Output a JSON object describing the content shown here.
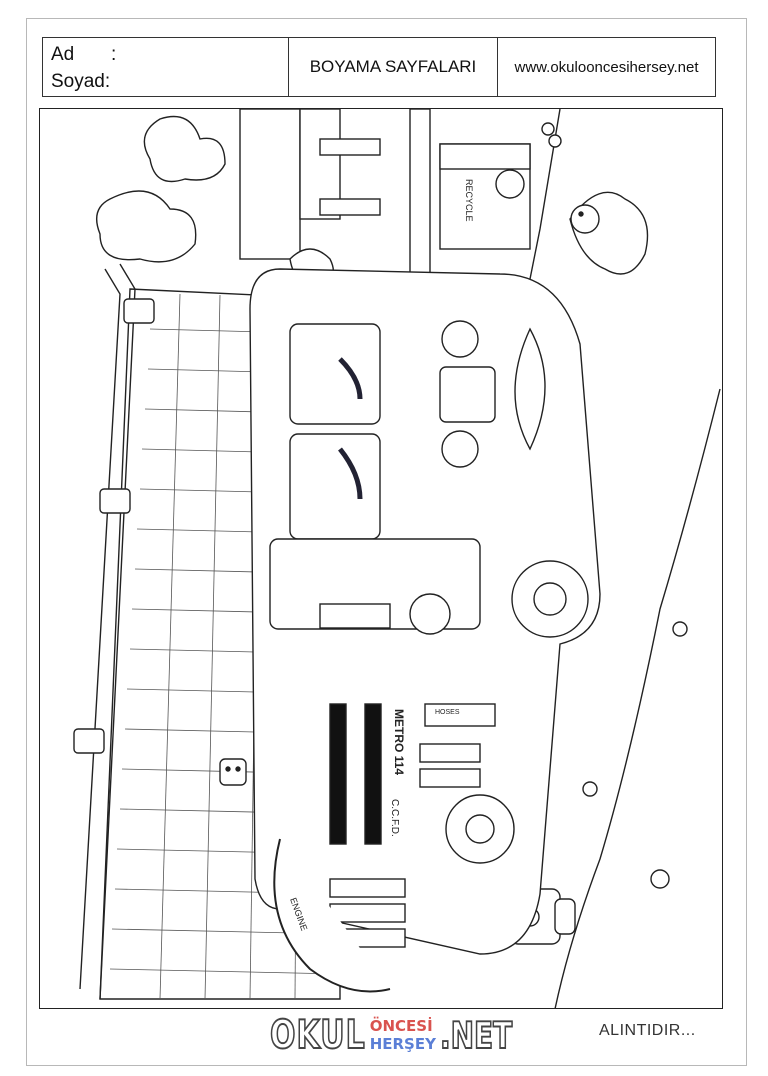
{
  "header": {
    "name_label": "Ad",
    "name_colon": ":",
    "surname_label": "Soyad:",
    "title": "BOYAMA SAYFALARI",
    "website": "www.okulooncesihersey.net"
  },
  "illustration": {
    "truck_text": "METRO 114",
    "truck_text2": "C.C.F.D.",
    "hoses_text": "HOSES",
    "engine_text": "ENGINE",
    "recycle_text": "RECYCLE"
  },
  "footer": {
    "logo_okul": "OKUL",
    "logo_oncesi": "ÖNCESİ",
    "logo_hersey": "HERŞEY",
    "logo_net": ".NET",
    "credit": "ALINTIDIR..."
  }
}
